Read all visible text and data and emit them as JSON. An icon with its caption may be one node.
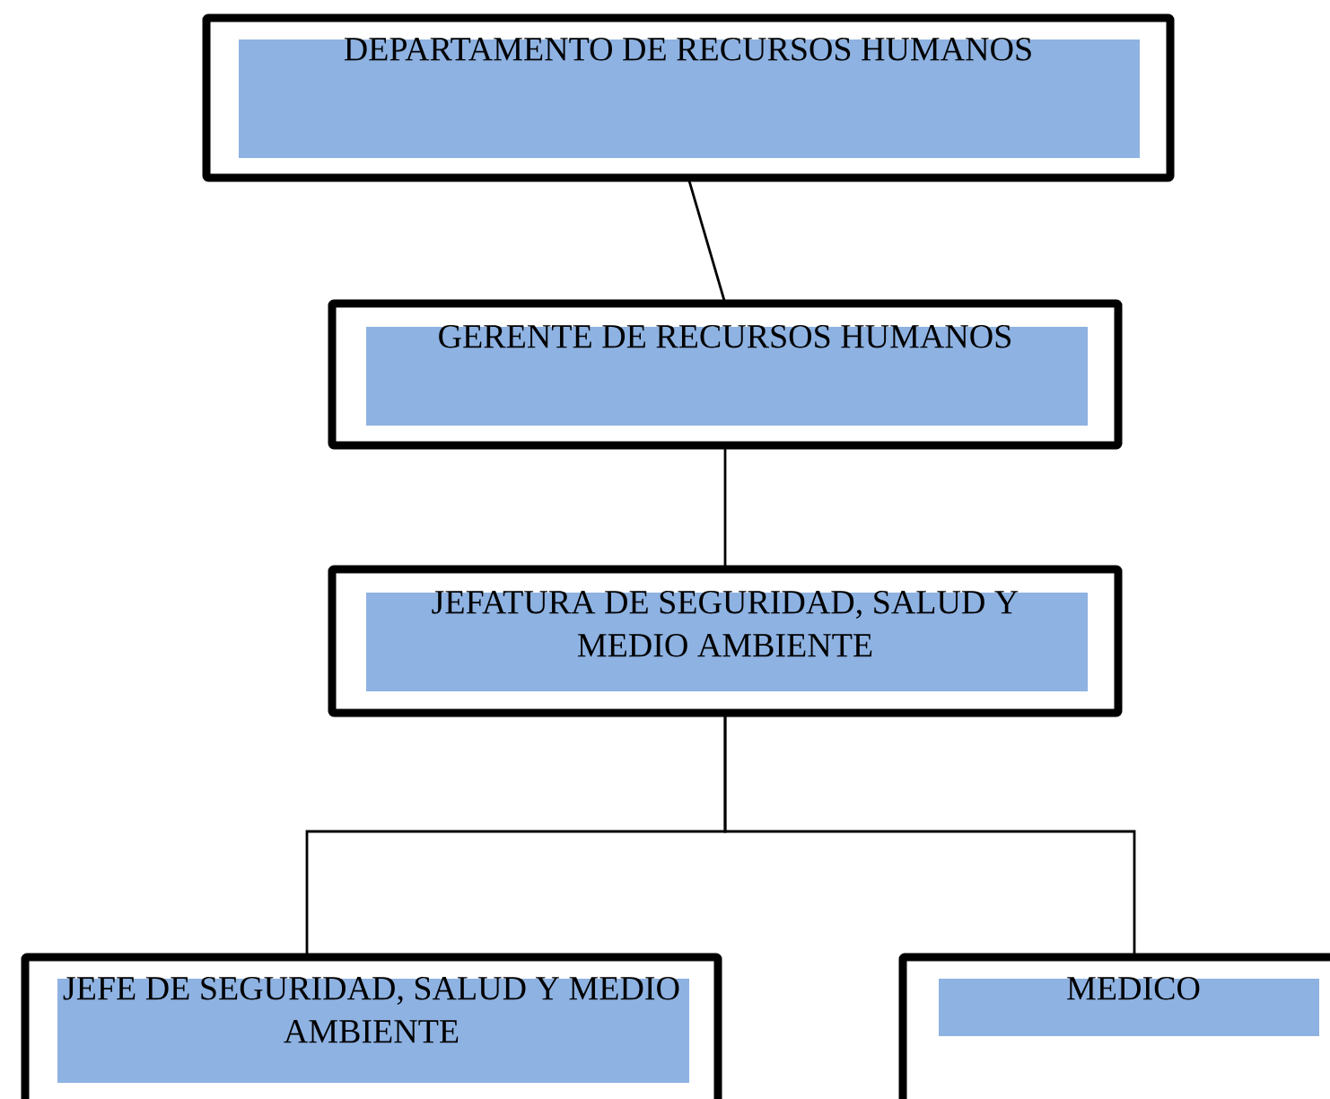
{
  "diagram": {
    "nodes": [
      {
        "text": [
          "DEPARTAMENTO DE RECURSOS HUMANOS"
        ]
      },
      {
        "text": [
          "GERENTE DE RECURSOS HUMANOS"
        ]
      },
      {
        "text": [
          "JEFATURA DE SEGURIDAD, SALUD Y MEDIO AMBIENTE"
        ]
      },
      {
        "text": [
          "JEFE DE SEGURIDAD, SALUD Y MEDIO AMBIENTE"
        ]
      },
      {
        "text": [
          "MEDICO"
        ]
      }
    ],
    "edges": [
      {
        "from": 0,
        "to": 1,
        "arrow": "none"
      },
      {
        "from": 1,
        "to": 2,
        "arrow": "none"
      },
      {
        "from": 2,
        "to": 3,
        "arrow": "none"
      },
      {
        "from": 2,
        "to": 4,
        "arrow": "none"
      }
    ]
  }
}
